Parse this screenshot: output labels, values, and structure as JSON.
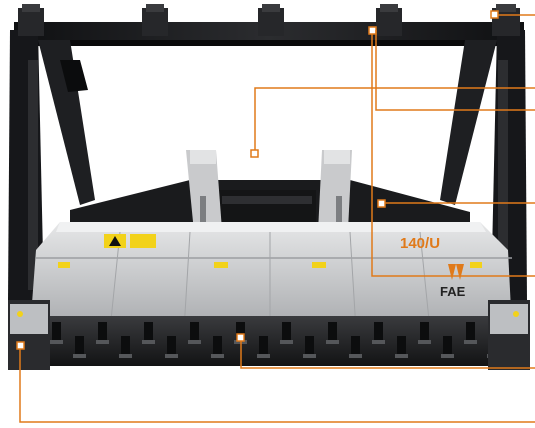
{
  "machine": {
    "model_label": "140/U",
    "brand_label": "FAE"
  },
  "colors": {
    "accent": "#e07a1a",
    "frame": "#1b1c1e",
    "body": "#d9dadb",
    "body_shade": "#b9bbbd",
    "rotor": "#2a2b2d",
    "warning_yellow": "#f2d21a"
  },
  "callouts": [
    {
      "name": "callout-top-right-hitch"
    },
    {
      "name": "callout-hood-top"
    },
    {
      "name": "callout-rear-link"
    },
    {
      "name": "callout-push-frame"
    },
    {
      "name": "callout-hydraulic-motor"
    },
    {
      "name": "callout-rotor"
    },
    {
      "name": "callout-skid"
    }
  ]
}
